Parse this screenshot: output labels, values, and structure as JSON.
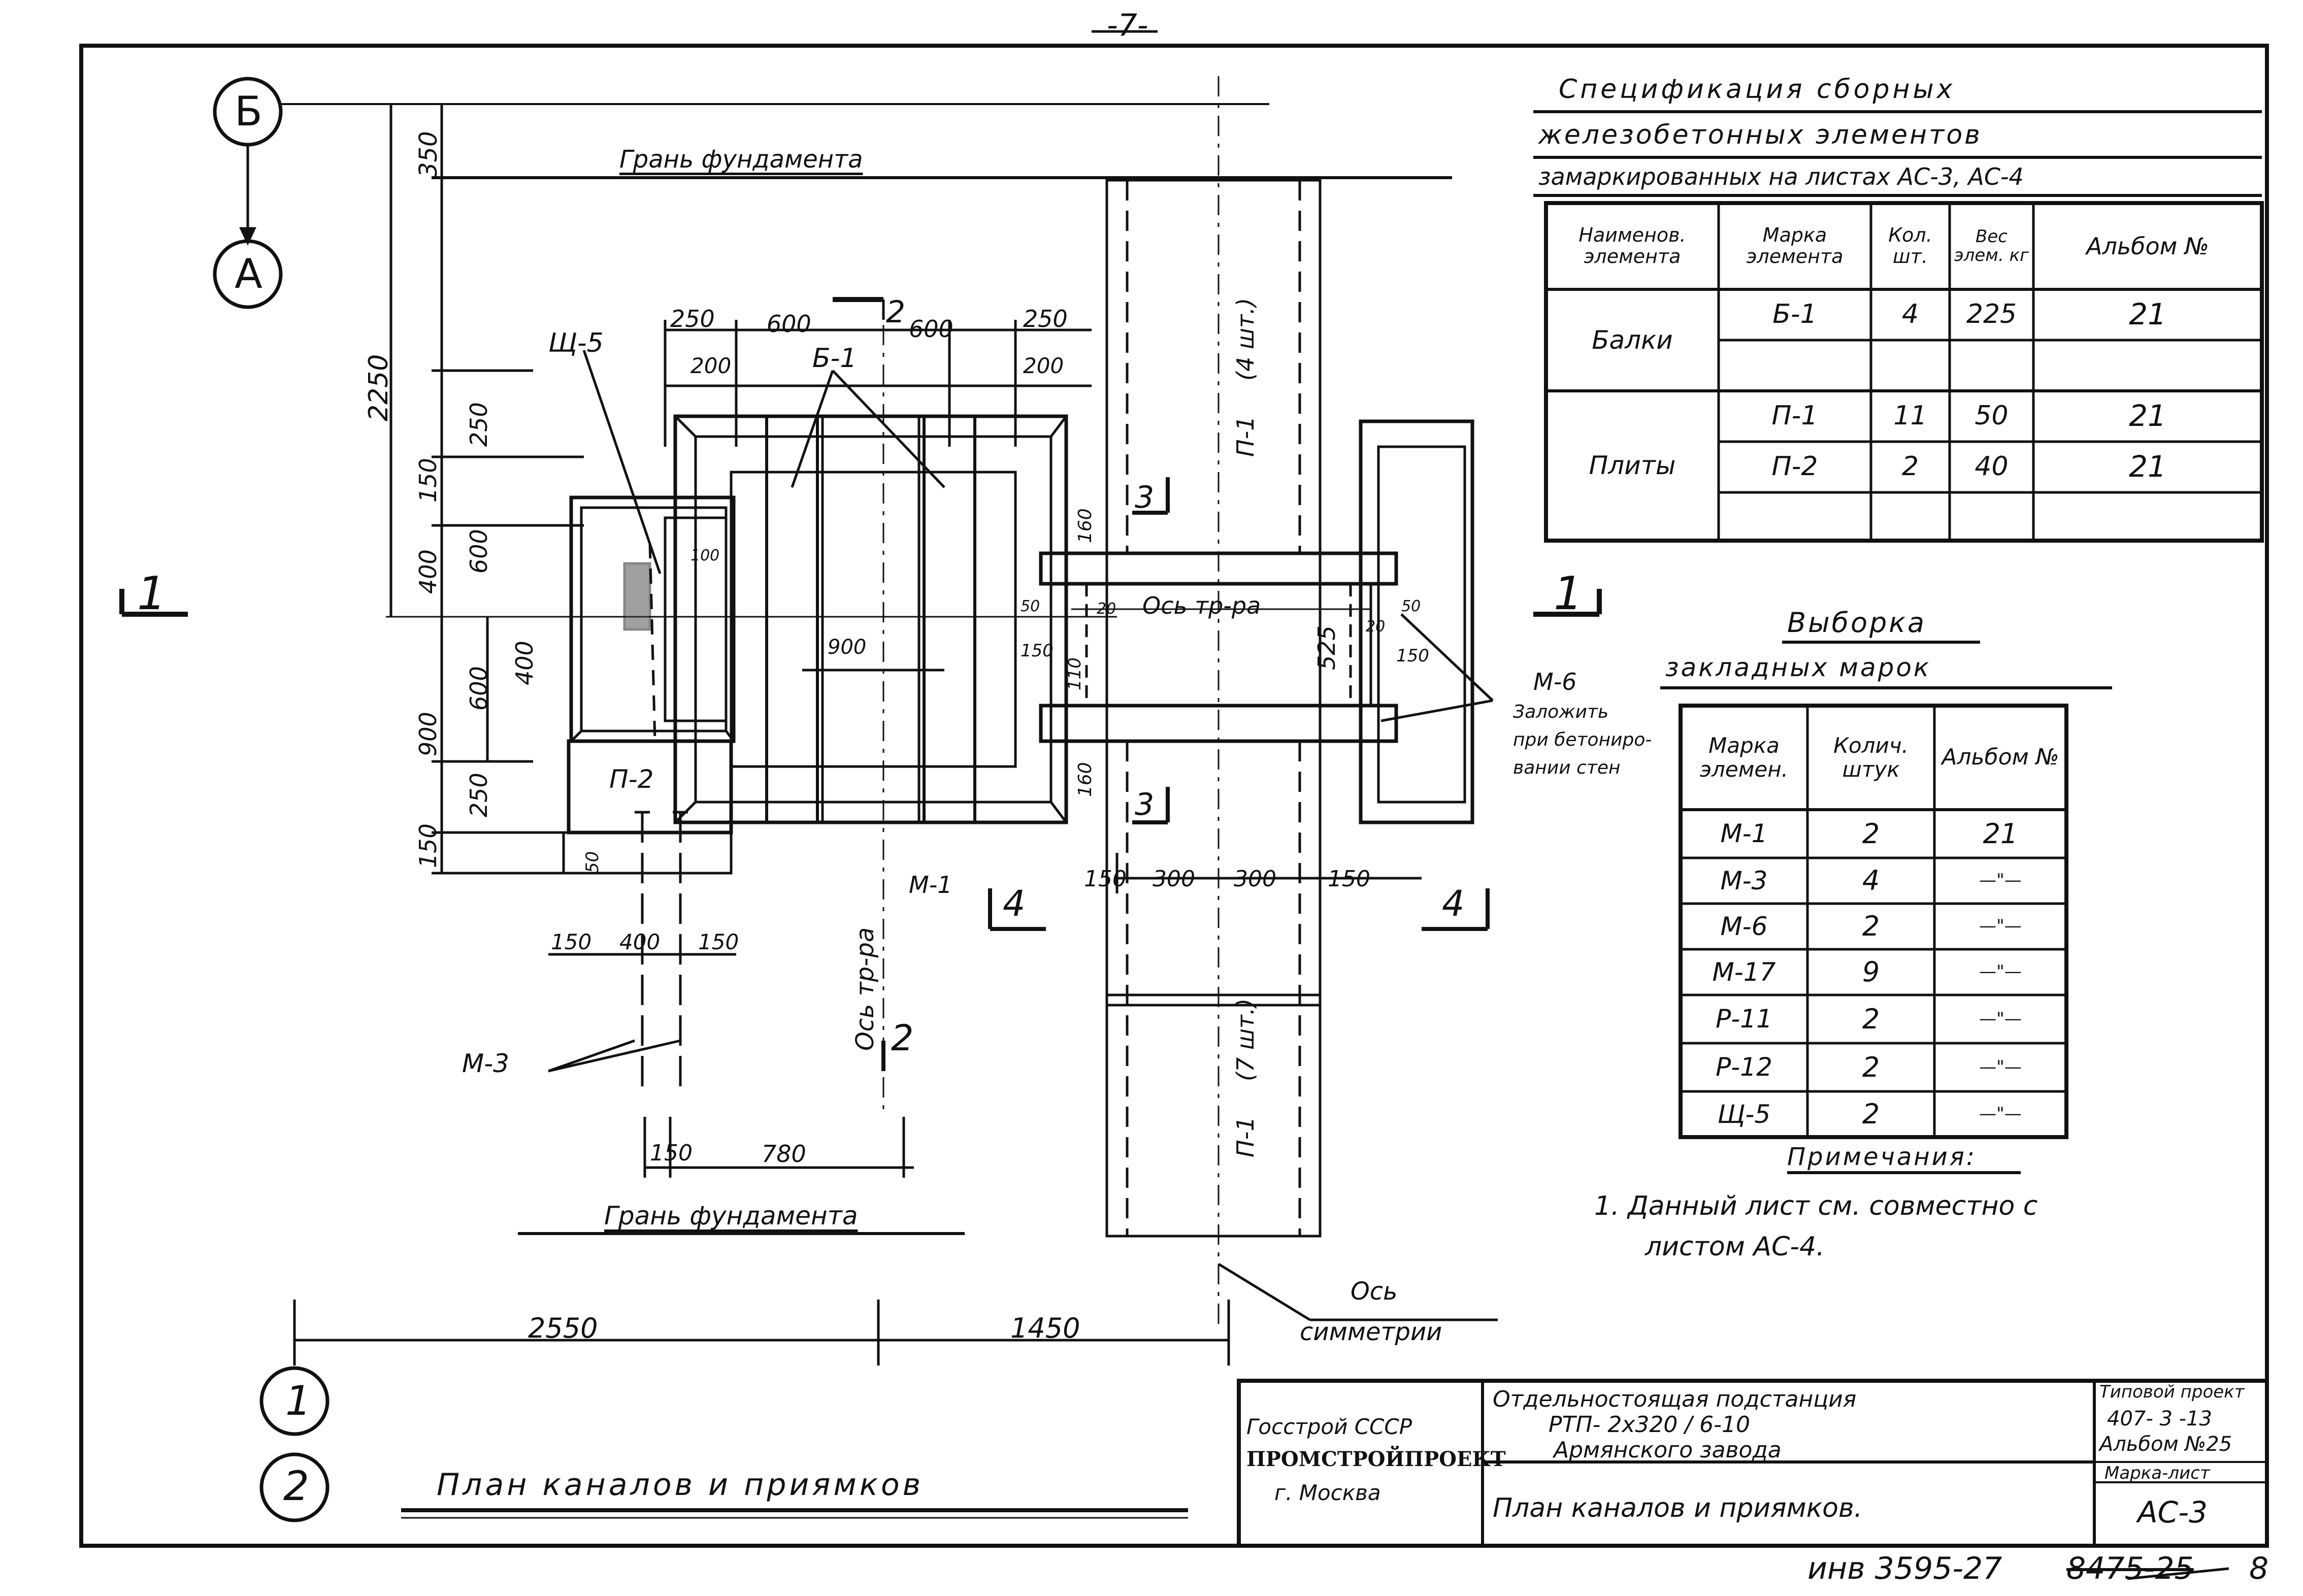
{
  "page_number": "-7-",
  "axes": {
    "b": "Б",
    "a": "А",
    "one": "1",
    "two": "2"
  },
  "section_marks": {
    "left": "1",
    "right": "1",
    "four_left": "4",
    "four_right": "4",
    "two_top": "2",
    "two_bottom": "2",
    "three_top": "3",
    "three_bottom": "3"
  },
  "labels": {
    "foundation_top": "Грань фундамента",
    "foundation_bottom": "Грань фундамента",
    "shch5": "Щ-5",
    "b1": "Б-1",
    "p2": "П-2",
    "p1_top": "П-1",
    "p1_top_qty": "(4 шт.)",
    "p1_bottom": "П-1",
    "p1_bottom_qty": "(7 шт.)",
    "m1": "М-1",
    "m3": "М-3",
    "m6": "М-6",
    "zalozhit": "Заложить",
    "pri_betonir": "при бетониро-",
    "vanii_sten": "вании стен",
    "axis_tr": "Ось тр-ра",
    "axis_tr_vertical": "Ось тр-ра",
    "axis_sym_1": "Ось",
    "axis_sym_2": "симметрии"
  },
  "dims": {
    "d350": "350",
    "d2250": "2250",
    "d250a": "250",
    "d150a": "150",
    "d400a": "400",
    "d600a": "600",
    "d400b": "400",
    "d600b": "600",
    "d900": "900",
    "d250b": "250",
    "d150b": "150",
    "t250a": "250",
    "t600a": "600",
    "t600b": "600",
    "t250b": "250",
    "t200a": "200",
    "t200b": "200",
    "d100": "100",
    "d900h": "900",
    "d160a": "160",
    "d160b": "160",
    "d50": "50",
    "d20": "20",
    "d150c": "150",
    "d110": "110",
    "d525": "525",
    "d150d": "150",
    "d50b": "50",
    "d20b": "20",
    "b150a": "150",
    "b300a": "300",
    "b300b": "300",
    "b150b": "150",
    "p150a": "150",
    "p400": "400",
    "p150b": "150",
    "p50": "50",
    "l150": "150",
    "l780": "780",
    "bot2550": "2550",
    "bot1450": "1450"
  },
  "spec": {
    "title1": "Спецификация сборных",
    "title2": "железобетонных элементов",
    "title3": "замаркированных на листах АС-3, АС-4",
    "headers": {
      "name": "Наименов. элемента",
      "mark": "Марка элемента",
      "qty": "Кол. шт.",
      "weight": "Вес элем. кг",
      "album": "Альбом №"
    },
    "rows": [
      {
        "name": "Балки",
        "mark": "Б-1",
        "qty": "4",
        "weight": "225",
        "album": "21"
      },
      {
        "name": "Плиты",
        "mark": "П-1",
        "qty": "11",
        "weight": "50",
        "album": "21"
      },
      {
        "name": "",
        "mark": "П-2",
        "qty": "2",
        "weight": "40",
        "album": "21"
      }
    ]
  },
  "vyborka": {
    "title1": "Выборка",
    "title2": "закладных марок",
    "headers": {
      "mark": "Марка элемен.",
      "qty": "Колич. штук",
      "album": "Альбом №"
    },
    "rows": [
      {
        "mark": "М-1",
        "qty": "2",
        "album": "21"
      },
      {
        "mark": "М-3",
        "qty": "4",
        "album": "—\"—"
      },
      {
        "mark": "М-6",
        "qty": "2",
        "album": "—\"—"
      },
      {
        "mark": "М-17",
        "qty": "9",
        "album": "—\"—"
      },
      {
        "mark": "Р-11",
        "qty": "2",
        "album": "—\"—"
      },
      {
        "mark": "Р-12",
        "qty": "2",
        "album": "—\"—"
      },
      {
        "mark": "Щ-5",
        "qty": "2",
        "album": "—\"—"
      }
    ]
  },
  "notes": {
    "title": "Примечания:",
    "line1": "1. Данный лист см. совместно с",
    "line2": "листом АС-4."
  },
  "title_main": "План каналов и приямков",
  "stamp": {
    "org1": "Госстрой СССР",
    "org2": "ПРОМСТРОЙПРОЕКТ",
    "org3": "г. Москва",
    "proj1": "Отдельностоящая подстанция",
    "proj2": "РТП- 2х320 / 6-10",
    "proj3": "Армянского завода",
    "sheet_title": "План каналов и приямков.",
    "typ1": "Типовой проект",
    "typ2": "407- 3 -13",
    "typ3": "Альбом №25",
    "mark_sheet": "Марка-лист",
    "sheet_code": "АС-3"
  },
  "inventory": "инв 3595-27",
  "inventory_crossed": "8475-25",
  "inventory_sheet": "8"
}
